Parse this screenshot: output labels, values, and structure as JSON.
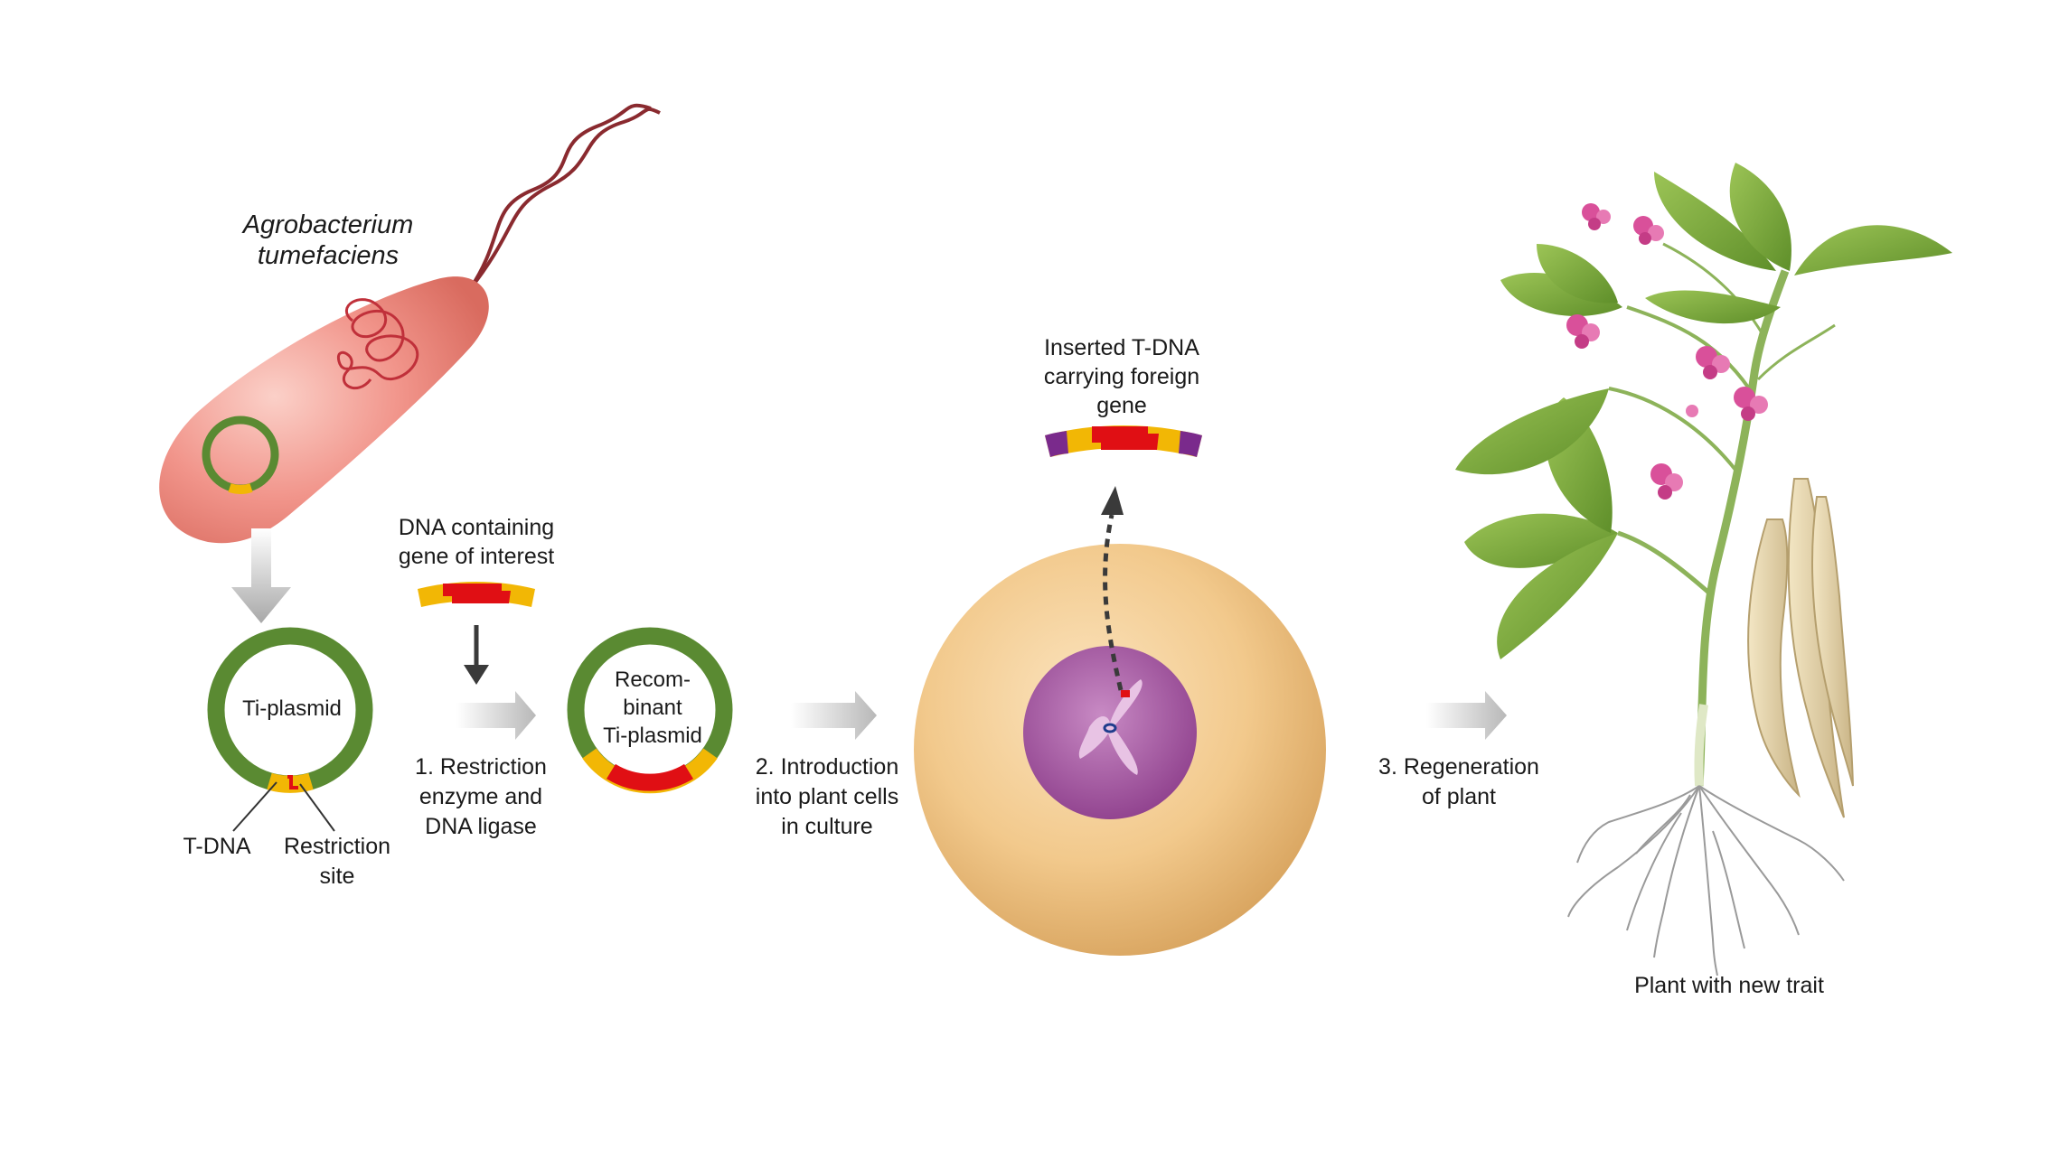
{
  "organism": {
    "line1": "Agrobacterium",
    "line2": "tumefaciens"
  },
  "ti_plasmid": {
    "label": "Ti-plasmid"
  },
  "callouts": {
    "tdna": "T-DNA",
    "restriction_line1": "Restriction",
    "restriction_line2": "site"
  },
  "gene_of_interest": {
    "line1": "DNA containing",
    "line2": "gene of interest"
  },
  "recombinant_plasmid": {
    "line1": "Recom-",
    "line2": "binant",
    "line3": "Ti-plasmid"
  },
  "steps": [
    {
      "lines": [
        "1. Restriction",
        "enzyme and",
        "DNA ligase"
      ]
    },
    {
      "lines": [
        "2. Introduction",
        "into plant cells",
        "in culture"
      ]
    },
    {
      "lines": [
        "3. Regeneration",
        "of plant"
      ]
    }
  ],
  "inserted": {
    "line1": "Inserted T-DNA",
    "line2": "carrying foreign",
    "line3": "gene"
  },
  "plant": {
    "label": "Plant with new trait"
  },
  "colors": {
    "plasmid_green": "#5a8a32",
    "tdna_yellow": "#f2b705",
    "gene_red": "#e00f14",
    "border_purple": "#7a2a8c",
    "bacterium": "#ee8a7e",
    "cell": "#f2c98c",
    "nucleus": "#a85aa6",
    "leaf": "#7aaa3a",
    "flower": "#d9509a"
  }
}
